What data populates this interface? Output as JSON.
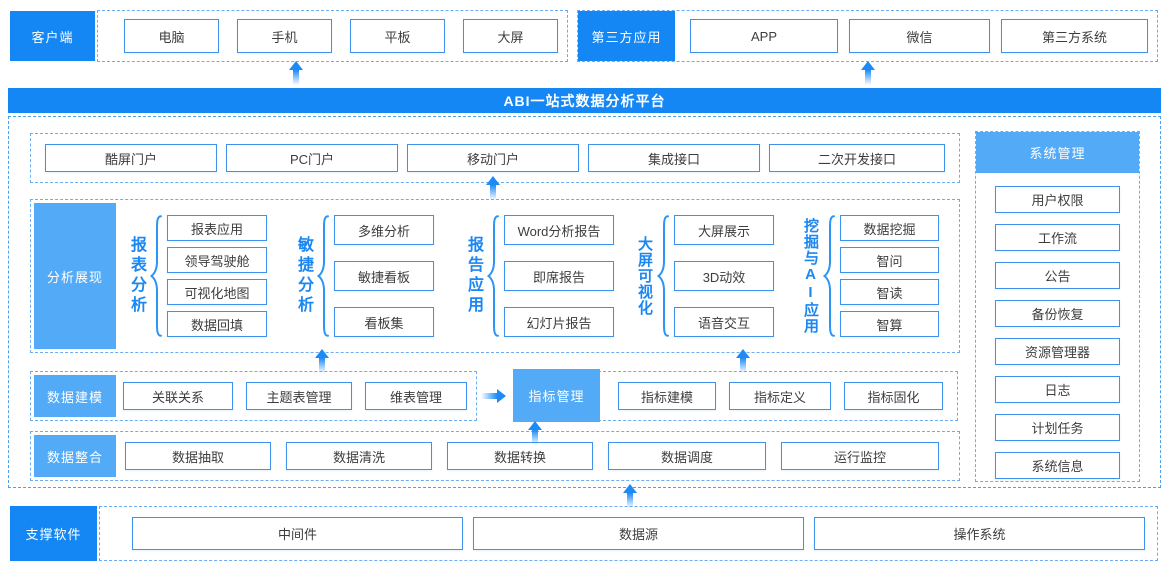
{
  "banner": {
    "title": "ABI一站式数据分析平台"
  },
  "top": {
    "client": {
      "label": "客户端",
      "items": [
        "电脑",
        "手机",
        "平板",
        "大屏"
      ]
    },
    "third_party": {
      "label": "第三方应用",
      "items": [
        "APP",
        "微信",
        "第三方系统"
      ]
    }
  },
  "portal": {
    "items": [
      "酷屏门户",
      "PC门户",
      "移动门户",
      "集成接口",
      "二次开发接口"
    ]
  },
  "analysis": {
    "label": "分析展现",
    "groups": [
      {
        "name": "报表分析",
        "items": [
          "报表应用",
          "领导驾驶舱",
          "可视化地图",
          "数据回填"
        ]
      },
      {
        "name": "敏捷分析",
        "items": [
          "多维分析",
          "敏捷看板",
          "看板集"
        ]
      },
      {
        "name": "报告应用",
        "items": [
          "Word分析报告",
          "即席报告",
          "幻灯片报告"
        ]
      },
      {
        "name": "大屏可视化",
        "items": [
          "大屏展示",
          "3D动效",
          "语音交互"
        ]
      },
      {
        "name": "挖掘与AI应用",
        "items": [
          "数据挖掘",
          "智问",
          "智读",
          "智算"
        ]
      }
    ]
  },
  "modeling": {
    "label": "数据建模",
    "items": [
      "关联关系",
      "主题表管理",
      "维表管理"
    ],
    "indicator": {
      "label": "指标管理",
      "items": [
        "指标建模",
        "指标定义",
        "指标固化"
      ]
    }
  },
  "integration": {
    "label": "数据整合",
    "items": [
      "数据抽取",
      "数据清洗",
      "数据转换",
      "数据调度",
      "运行监控"
    ]
  },
  "system": {
    "label": "系统管理",
    "items": [
      "用户权限",
      "工作流",
      "公告",
      "备份恢复",
      "资源管理器",
      "日志",
      "计划任务",
      "系统信息"
    ]
  },
  "support": {
    "label": "支撑软件",
    "items": [
      "中间件",
      "数据源",
      "操作系统"
    ]
  },
  "colors": {
    "primary": "#1487f5",
    "light_label": "#53abf7",
    "box_border": "#3e92ee",
    "dashed": "#6badf4",
    "text": "#3d3d3d"
  }
}
